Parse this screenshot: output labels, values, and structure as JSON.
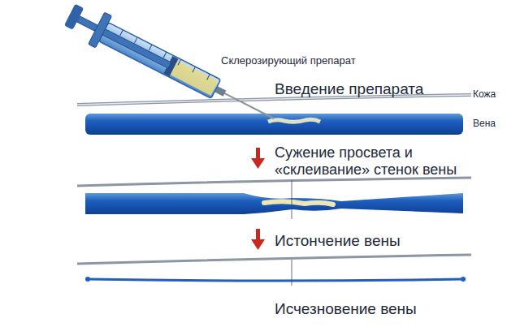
{
  "diagram": {
    "labels": [
      "Склерозирующий препарат",
      "Введение препарата",
      "Кожа",
      "Вена",
      "Сужение просвета и «склеивание» стенок вены",
      "Истончение вены",
      "Исчезновение вены"
    ]
  }
}
